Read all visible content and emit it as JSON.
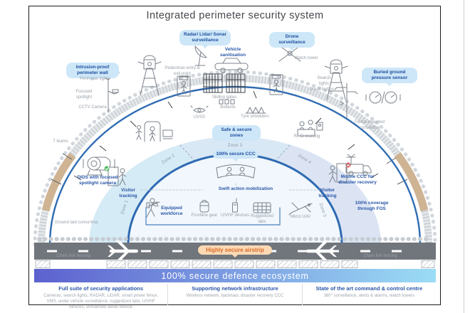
{
  "title": "Integrated perimeter security system",
  "callouts": {
    "intrusion_wall": "Intrusion-proof perimeter wall",
    "radar": "Radar/ Lidar/ Sonar surveillance",
    "vehicle_sanitisation": "Vehicle sanitisation",
    "drone": "Drone surveillance",
    "buried_sensor": "Buried ground pressure sensor",
    "safe_zones": "Safe & secure zones",
    "secure_ccc": "100% secure CCC"
  },
  "labels": {
    "perimeter_lights": "Perimeter lights",
    "focused_spotlight": "Focused spotlight",
    "cctv": "CCTV Camera",
    "teams": "7 teams",
    "pedestrian_gate": "Pedestrian entry & exit point",
    "sliding_gates": "Sliding gates",
    "bollards": "Bollards",
    "uvss": "UVSS",
    "tyre_shredders": "Tyre shredders",
    "watch_tower": "Watch tower",
    "search_lights": "Search lights",
    "press_button": "Press button",
    "fence_concertina": "Fence-mounted concertina",
    "rfid": "RFID tracking",
    "ground_concertina": "Ground laid concertina"
  },
  "inner": {
    "dids": "DIDS with focused spotlight camera",
    "visitor_tracking": "Visitor tracking",
    "mobile_ccc": "Mobile CCC for disaster recovery",
    "coverage": "100% coverage through FOS",
    "swift": "Swift action mobilization",
    "equipped": "Equipped workforce",
    "gear": "Frontline gear",
    "uvhf": "U/VHF devices",
    "rugged": "Ruggedized labs",
    "micro_uav": "Micro UAV"
  },
  "zones": {
    "z1": "Zone 1",
    "z2": "Zone 2",
    "z3": "Zone 3",
    "z4": "Zone 4",
    "z5": "Zone 5"
  },
  "airstrip": {
    "label": "Highly secure airstrip",
    "chain_link": "Chain link fencing"
  },
  "banner": {
    "text": "100% secure defence ecosystem"
  },
  "footer": {
    "columns": [
      {
        "title": "Full suite of security applications",
        "body": "Cameras, search lights, RADAR, LiDAR, smart power fence, VMS, under vehicle surveillance, ruggedized labs, U/VHF devices, unmanned aerial vehicle"
      },
      {
        "title": "Supporting network infrastructure",
        "body": "Wireless network, backhaul, disaster recovery CCC"
      },
      {
        "title": "State of the art command & control centre",
        "body": "360° surveillance, alerts & alarms, watch towers"
      }
    ]
  },
  "colors": {
    "arc_blue": "#2f6cb3",
    "band_blue": "#d9e8f5",
    "dome_blue": "#f1f7fc",
    "bubble_bg": "#cde7f8",
    "label_blue": "#2b57a8",
    "label_gray": "#9aa0a8",
    "wall_tan": "#cfb494",
    "airstrip_gray": "#71767d",
    "banner_start": "#5d61cf",
    "banner_end": "#9bdcf5",
    "pill_bg": "#fbd9b4",
    "pill_text": "#d96c2c"
  }
}
